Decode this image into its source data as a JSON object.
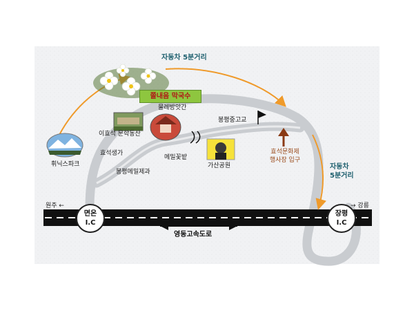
{
  "labels": {
    "north_junction": "자동차 5분거리",
    "east_junction_line1": "자동차",
    "east_junction_line2": "5분거리",
    "restaurant": "쫄내음 막국수",
    "mill": "물레방앗간",
    "literary_park": "이효석 문학동산",
    "birthplace": "효석생가",
    "buckwheat_field": "메밀꽃밭",
    "factory": "봉평메밀제과",
    "gasan_park": "가산공원",
    "middle_school": "봉평중고교",
    "festival_line1": "효석문화제",
    "festival_line2": "행사장 입구",
    "phoenix_park": "휘닉스파크",
    "wonju": "원주 ←",
    "gangneung": "→ 강릉",
    "expressway": "영동고속도로"
  },
  "interchanges": {
    "myeonon": {
      "line1": "면온",
      "line2": "I.C"
    },
    "jangpyeong": {
      "line1": "장평",
      "line2": "I.C"
    }
  },
  "colors": {
    "road_grey": "#c9ccd0",
    "highway_black": "#111111",
    "arrow_orange": "#ef9a2a",
    "label_teal": "#1d5f6e",
    "title_bg": "#8ec63f",
    "title_text": "#b01616"
  }
}
